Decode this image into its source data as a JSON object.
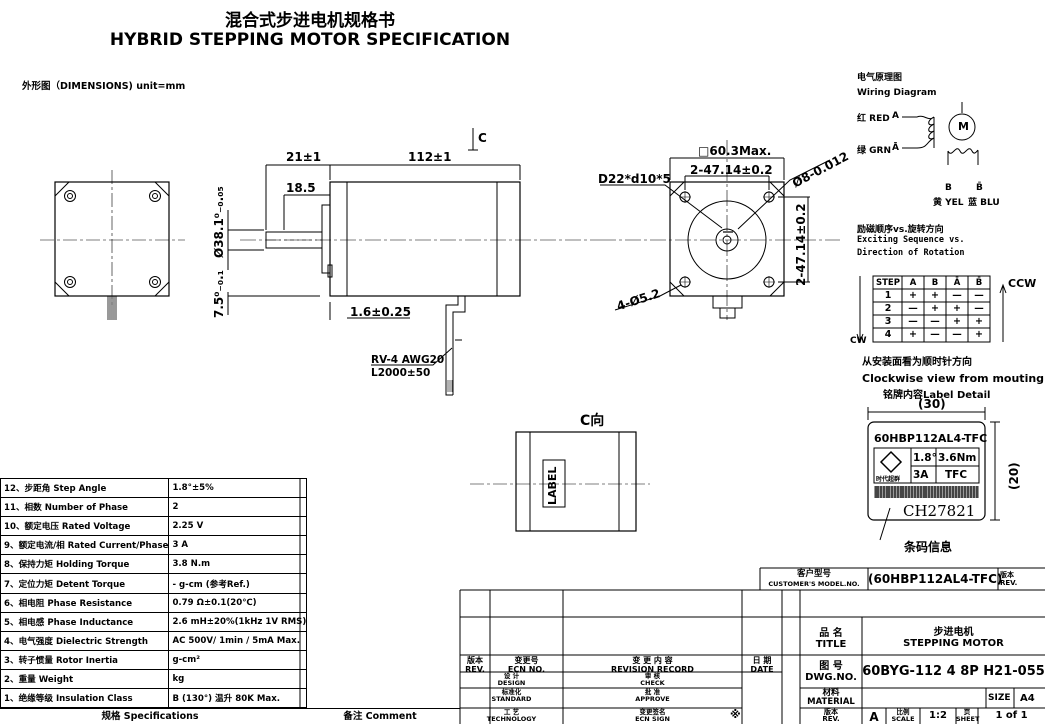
{
  "title": {
    "cn": "混合式步进电机规格书",
    "en": "HYBRID STEPPING MOTOR SPECIFICATION"
  },
  "dimensions_label": "外形图（DIMENSIONS)    unit=mm",
  "dims": {
    "d21": "21±1",
    "d112": "112±1",
    "d18": "18.5",
    "shaft": "Ø38.1⁰₋₀.₀₅",
    "d75": "7.5⁰₋₀.₁",
    "d16": "1.6±0.25",
    "cable": "RV-4 AWG20",
    "len": "L2000±50",
    "c": "C",
    "sq": "□60.3Max.",
    "hole_pitch": "2-47.14±0.2",
    "d22": "D22*d10*5",
    "d8": "Ø8-0.012",
    "vpitch": "2-47.14±0.2",
    "d52": "4-Ø5.2"
  },
  "view_c": {
    "title": "C向",
    "label": "LABEL"
  },
  "wiring": {
    "title_cn": "电气原理图",
    "title_en": "Wiring Diagram",
    "red": "红 RED",
    "grn": "绿 GRN",
    "a": "A",
    "abar": "Ā",
    "m": "M",
    "b": "B",
    "bbar": "B̄",
    "yel": "黄 YEL",
    "blu": "蓝 BLU"
  },
  "sequence": {
    "title_cn": "励磁顺序vs.旋转方向",
    "title_en1": "Exciting Sequence vs.",
    "title_en2": "Direction of Rotation",
    "headers": [
      "STEP",
      "A",
      "B",
      "Ā",
      "B̄"
    ],
    "rows": [
      [
        "1",
        "+",
        "+",
        "—",
        "—"
      ],
      [
        "2",
        "—",
        "+",
        "+",
        "—"
      ],
      [
        "3",
        "—",
        "—",
        "+",
        "+"
      ],
      [
        "4",
        "+",
        "—",
        "—",
        "+"
      ]
    ],
    "ccw": "CCW",
    "cw": "CW",
    "note_cn": "从安装面看为顺时针方向",
    "note_en": "Clockwise view from mouting side"
  },
  "label_detail": {
    "title": "铭牌内容Label Detail",
    "w": "(30)",
    "h": "(20)",
    "model": "60HBP112AL4-TFC",
    "angle": "1.8°",
    "torque": "3.6Nm",
    "current": "3A",
    "tfc": "TFC",
    "brand": "时代超群",
    "barcode_text": "CH27821",
    "barcode_cn": "条码信息"
  },
  "specs": [
    {
      "name": "12、步距角 Step Angle",
      "value": "1.8°±5%"
    },
    {
      "name": "11、相数 Number of Phase",
      "value": "2"
    },
    {
      "name": "10、额定电压 Rated Voltage",
      "value": "2.25 V"
    },
    {
      "name": "9、额定电流/相 Rated Current/Phase",
      "value": "3 A"
    },
    {
      "name": "8、保持力矩  Holding Torque",
      "value": "3.8 N.m"
    },
    {
      "name": "7、定位力矩  Detent Torque",
      "value": "- g-cm (参考Ref.)"
    },
    {
      "name": "6、相电阻 Phase Resistance",
      "value": "0.79 Ω±0.1(20℃)"
    },
    {
      "name": "5、相电感 Phase Inductance",
      "value": "2.6 mH±20%(1kHz 1V RMS)"
    },
    {
      "name": "4、电气强度 Dielectric Strength",
      "value": "AC 500V/ 1min / 5mA Max."
    },
    {
      "name": "3、转子惯量 Rotor Inertia",
      "value": "g-cm²"
    },
    {
      "name": "2、重量 Weight",
      "value": "kg"
    },
    {
      "name": "1、绝缘等级 Insulation Class",
      "value": "B (130°) 温升 80K Max."
    }
  ],
  "spec_footer": {
    "specs": "规格 Specifications",
    "comment": "备注 Comment"
  },
  "title_block": {
    "customer_cn": "客户型号",
    "customer_en": "CUSTOMER'S MODEL.NO.",
    "customer_val": "(60HBP112AL4-TFC)",
    "rev_cn": "版本",
    "rev_en": "REV.",
    "name_cn": "品 名",
    "name_en": "TITLE",
    "name_val_cn": "步进电机",
    "name_val_en": "STEPPING MOTOR",
    "dwg_cn": "图 号",
    "dwg_en": "DWG.NO.",
    "dwg_val": "60BYG-112 4 8P H21-055",
    "mat_cn": "材料",
    "mat_en": "MATERIAL",
    "size": "SIZE",
    "a4": "A4",
    "rev2_cn": "版本",
    "rev2_en": "REV.",
    "rev_val": "A",
    "scale_cn": "比例",
    "scale_en": "SCALE",
    "scale_val": "1:2",
    "sheet_cn": "页",
    "sheet_en": "SHEET",
    "sheet_val": "1 of 1",
    "rec_rev_cn": "版本",
    "rec_rev_en": "REV.",
    "ecn_cn": "变更号",
    "ecn_en": "ECN NO.",
    "record_cn": "变 更 内 容",
    "record_en": "REVISION RECORD",
    "date_cn": "日 期",
    "date_en": "DATE",
    "design_cn": "设 计",
    "design_en": "DESIGN",
    "check_cn": "审 核",
    "check_en": "CHECK",
    "std_cn": "标准化",
    "std_en": "STANDARD",
    "approve_cn": "批 准",
    "approve_en": "APPROVE",
    "tech_cn": "工 艺",
    "tech_en": "TECHNOLOGY",
    "ecnsign_cn": "变更签名",
    "ecnsign_en": "ECN SIGN",
    "star": "※"
  }
}
